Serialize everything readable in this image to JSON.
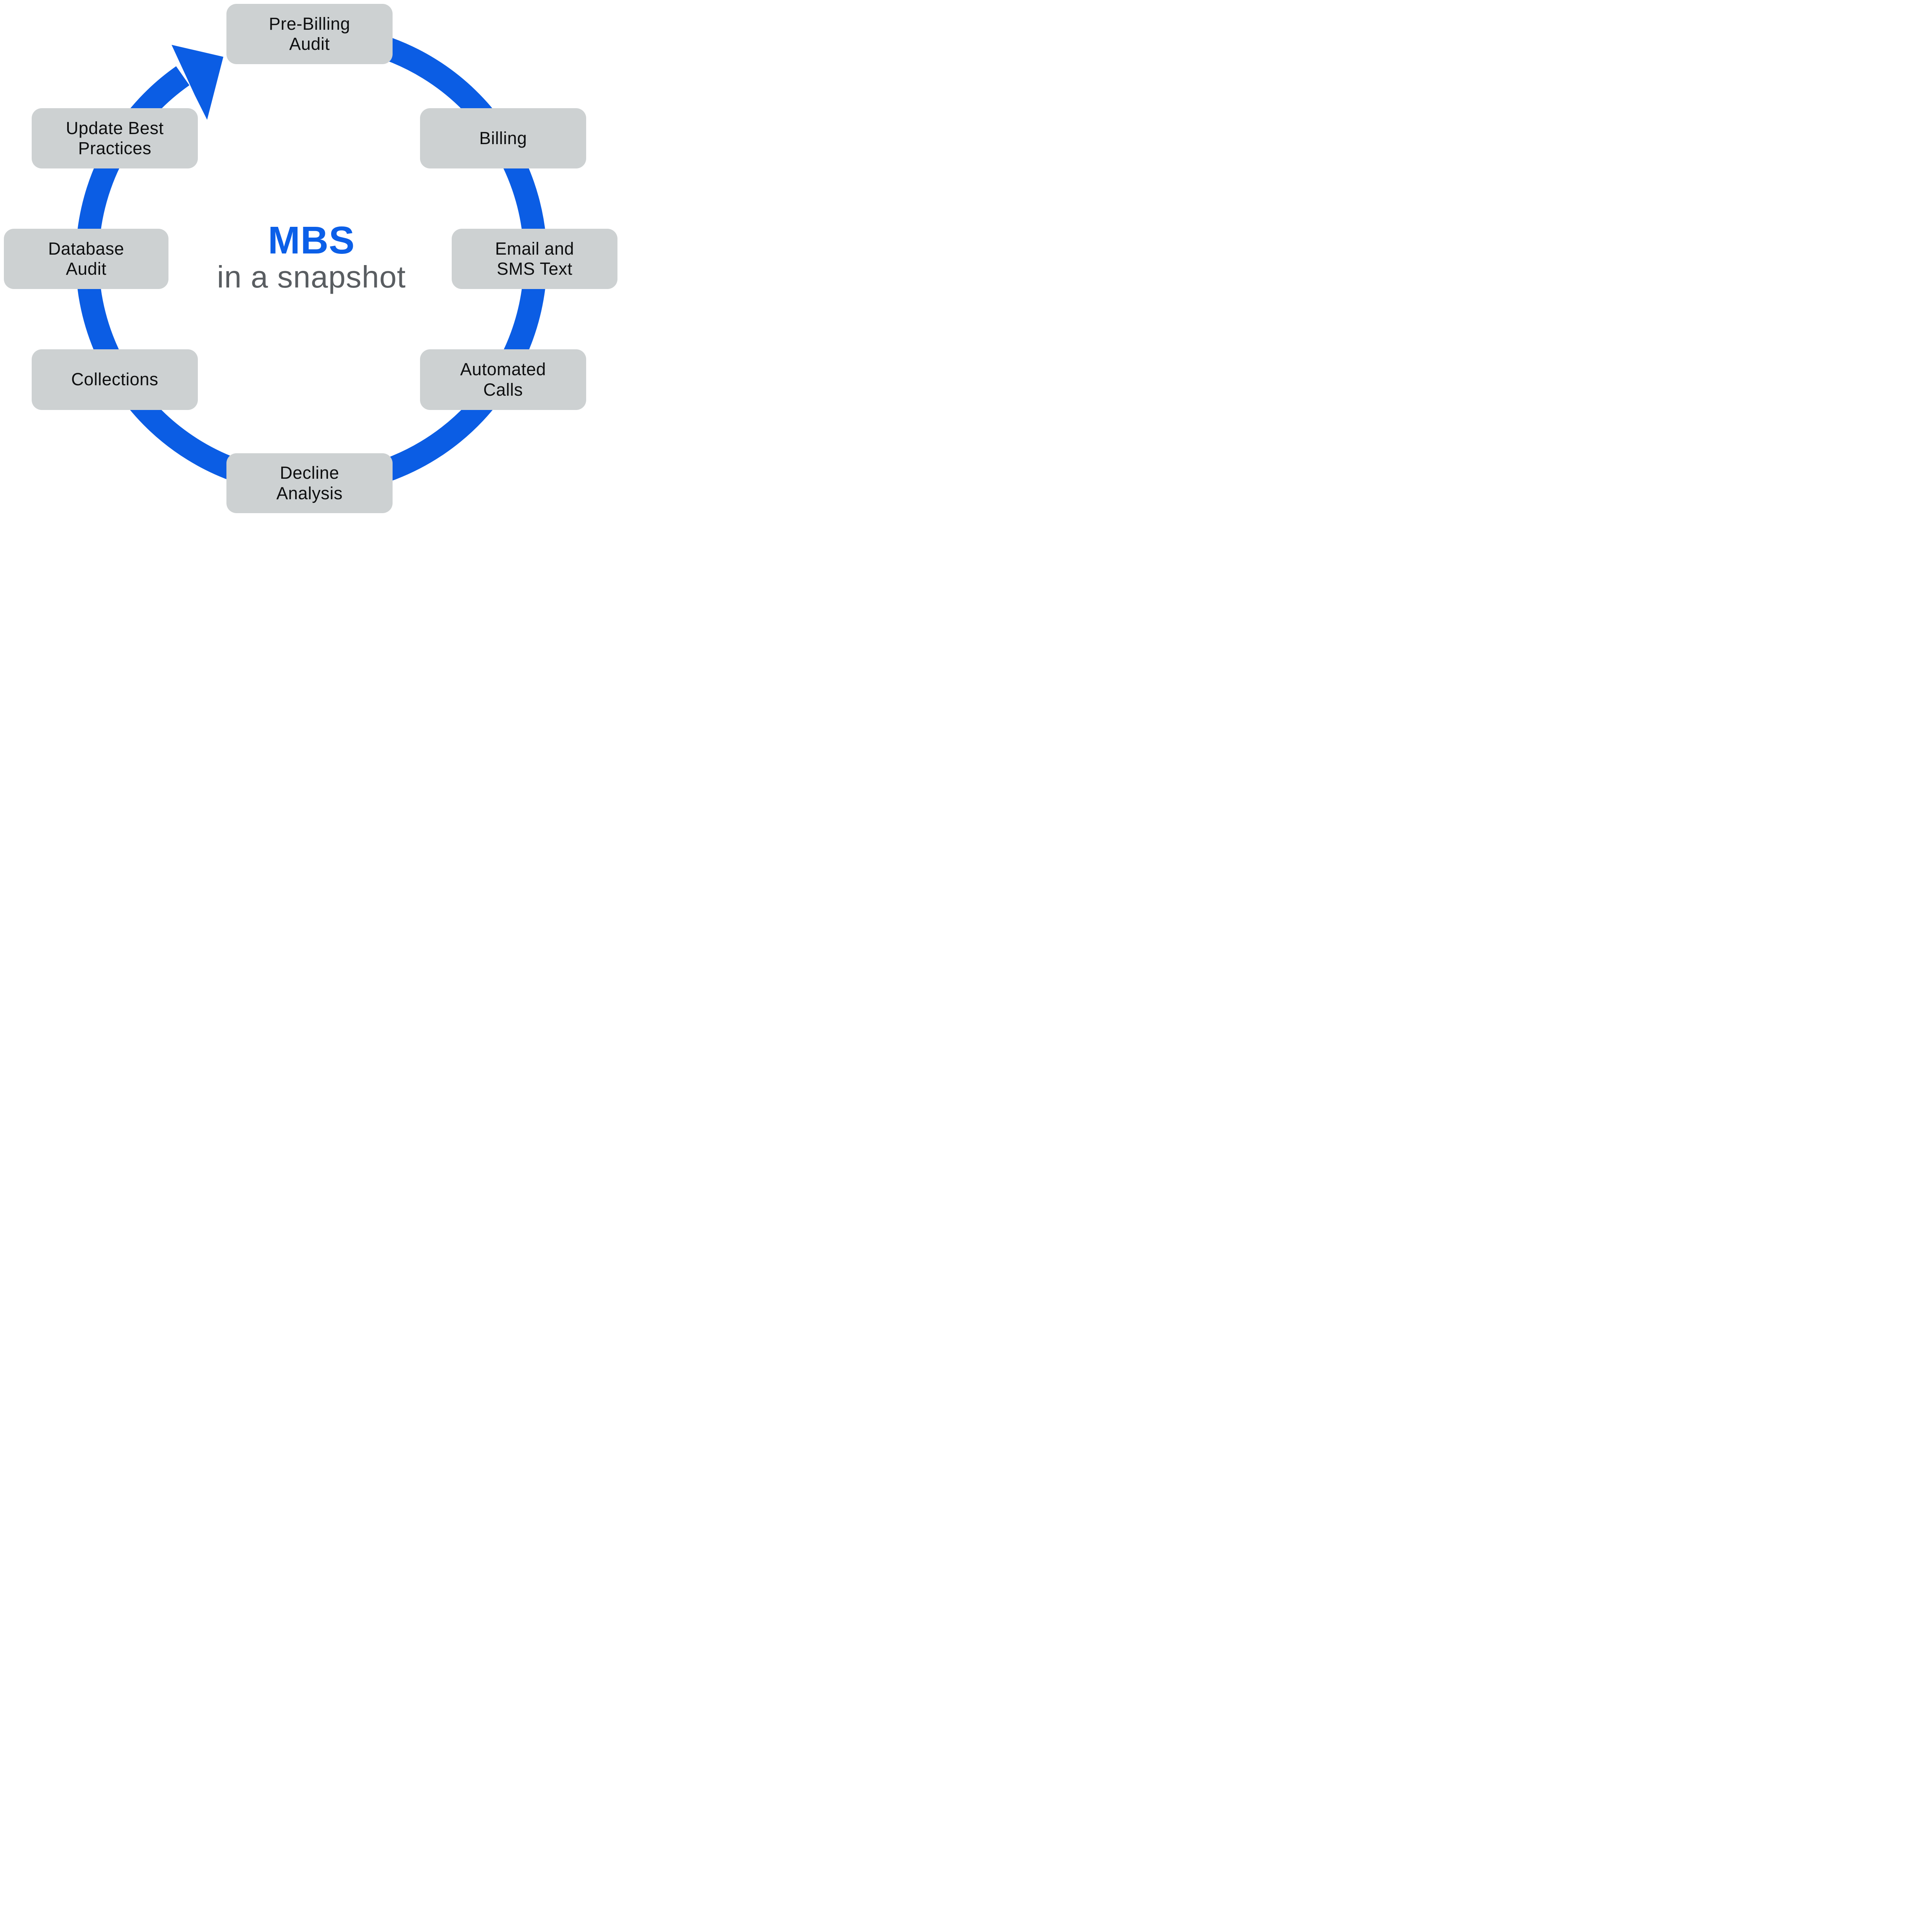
{
  "diagram": {
    "title_area": {
      "title": "MBS",
      "subtitle": "in a snapshot"
    },
    "flow_direction": "clockwise",
    "steps": [
      {
        "id": "pre-billing-audit",
        "position": "top",
        "label": "Pre-Billing\nAudit"
      },
      {
        "id": "billing",
        "position": "upper-right",
        "label": "Billing"
      },
      {
        "id": "email-and-sms-text",
        "position": "right",
        "label": "Email and\nSMS Text"
      },
      {
        "id": "automated-calls",
        "position": "lower-right",
        "label": "Automated\nCalls"
      },
      {
        "id": "decline-analysis",
        "position": "bottom",
        "label": "Decline\nAnalysis"
      },
      {
        "id": "collections",
        "position": "lower-left",
        "label": "Collections"
      },
      {
        "id": "database-audit",
        "position": "left",
        "label": "Database\nAudit"
      },
      {
        "id": "update-best-practices",
        "position": "upper-left",
        "label": "Update Best\nPractices"
      }
    ],
    "colors": {
      "accent_blue": "#0b5de4",
      "title_blue": "#0b5fe8",
      "box_gray": "#cdd1d2",
      "box_text": "#0e0f10",
      "subtitle_gray": "#595d61",
      "background": "#ffffff"
    }
  }
}
